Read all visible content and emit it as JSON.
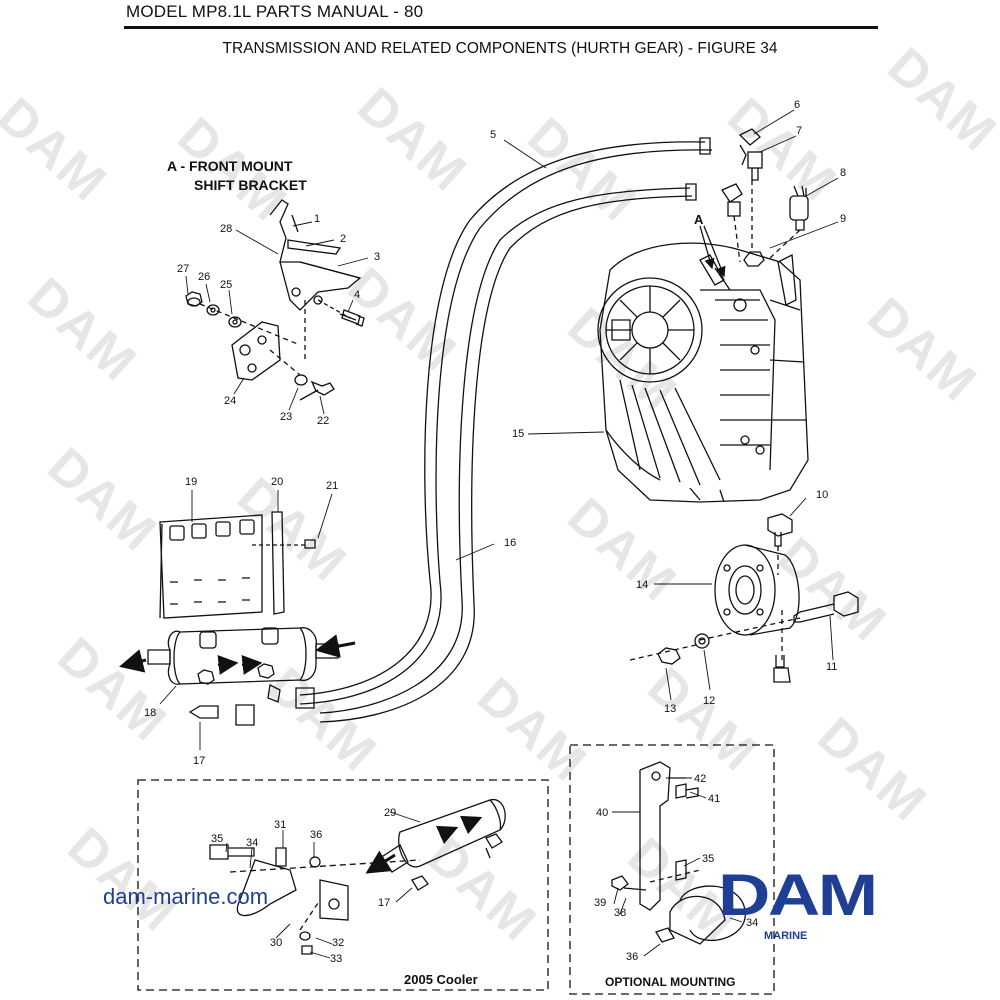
{
  "header": {
    "manual_title": "MODEL MP8.1L PARTS MANUAL - 80",
    "figure_title": "TRANSMISSION AND RELATED COMPONENTS (HURTH GEAR) - FIGURE 34"
  },
  "section_a": {
    "line1": "A - FRONT MOUNT",
    "line2": "SHIFT BRACKET",
    "marker": "A"
  },
  "boxes": {
    "cooler": "2005 Cooler",
    "optional": "OPTIONAL MOUNTING"
  },
  "watermark": "DAM",
  "branding": {
    "website": "dam-marine.com",
    "logo": "DAM",
    "logo_sub": "MARINE",
    "color": "#1f3f95"
  },
  "callouts": [
    "1",
    "2",
    "3",
    "4",
    "5",
    "6",
    "7",
    "8",
    "9",
    "10",
    "11",
    "12",
    "13",
    "14",
    "15",
    "16",
    "17",
    "17",
    "18",
    "19",
    "20",
    "21",
    "22",
    "23",
    "24",
    "25",
    "26",
    "27",
    "28",
    "29",
    "30",
    "31",
    "32",
    "33",
    "34",
    "34",
    "35",
    "35",
    "36",
    "36",
    "38",
    "39",
    "40",
    "41",
    "42"
  ]
}
